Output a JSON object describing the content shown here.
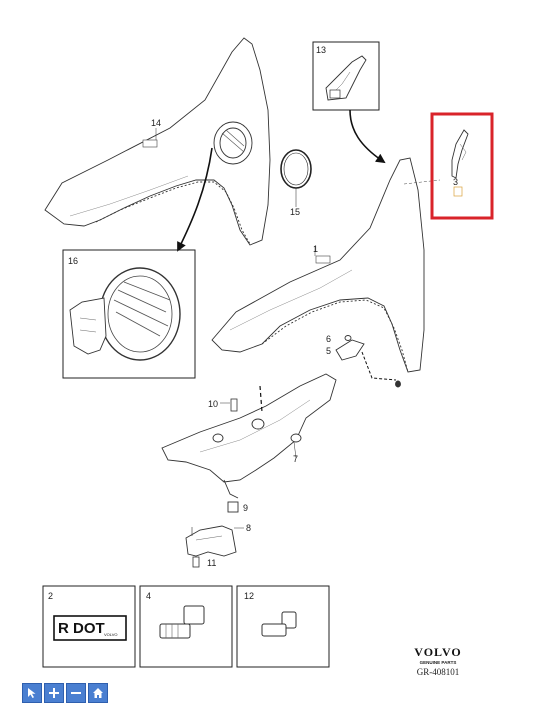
{
  "callouts": {
    "c1": "1",
    "c2": "2",
    "c3": "3",
    "c4": "4",
    "c5": "5",
    "c6": "6",
    "c7": "7",
    "c8": "8",
    "c9": "9",
    "c10": "10",
    "c11": "11",
    "c12": "12",
    "c13": "13",
    "c14": "14",
    "c15": "15",
    "c16": "16"
  },
  "label_badge": {
    "text": "R DOT",
    "fine_print": "VOLVO"
  },
  "brand": {
    "name": "VOLVO",
    "subtitle": "GENUINE PARTS",
    "ref": "GR-408101"
  },
  "highlight_color": "#d9232a",
  "toolbar": {
    "buttons": [
      {
        "icon": "cursor-icon"
      },
      {
        "icon": "zoom-in-icon"
      },
      {
        "icon": "zoom-out-icon"
      },
      {
        "icon": "home-icon"
      }
    ]
  }
}
